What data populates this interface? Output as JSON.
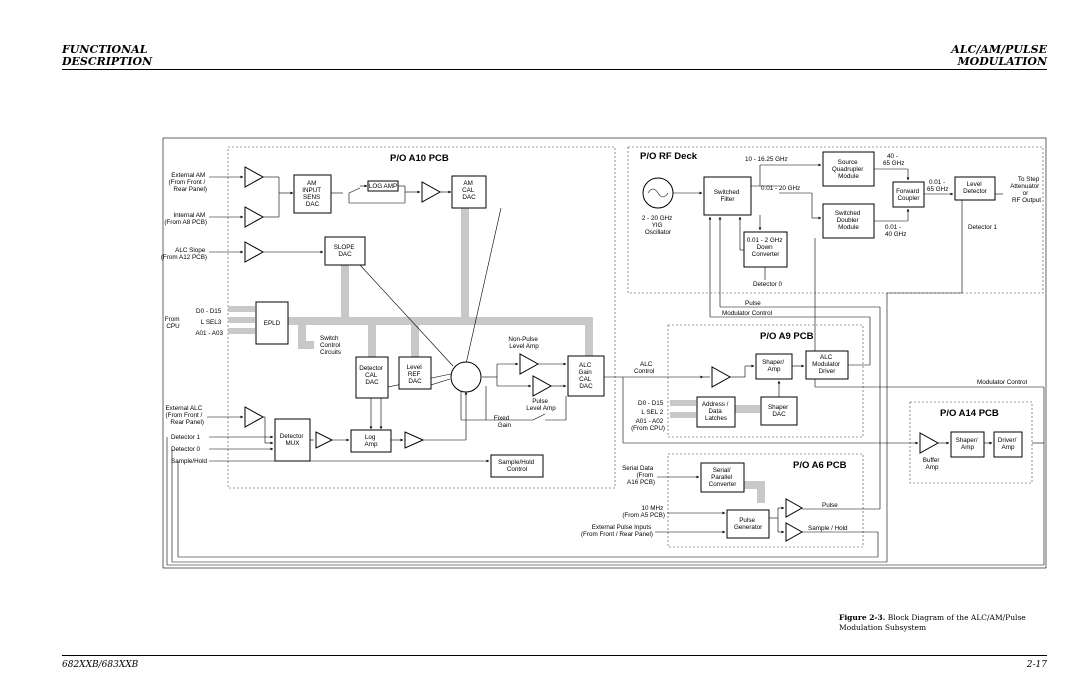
{
  "header": {
    "left_line1": "FUNCTIONAL",
    "left_line2": "DESCRIPTION",
    "right_line1": "ALC/AM/PULSE",
    "right_line2": "MODULATION"
  },
  "footer": {
    "left": "682XXB/683XXB",
    "right": "2-17"
  },
  "caption": {
    "label": "Figure 2-3.",
    "text": "Block Diagram of the ALC/AM/Pulse Modulation Subsystem"
  },
  "diagram": {
    "a10": {
      "title": "P/O A10 PCB",
      "am_input_dac": [
        "AM",
        "INPUT",
        "SENS",
        "DAC"
      ],
      "log_amp": "LOG AMP",
      "am_cal_dac": [
        "AM",
        "CAL",
        "DAC"
      ],
      "slope_dac": [
        "SLOPE",
        "DAC"
      ],
      "epld": "EPLD",
      "switch_control": [
        "Switch",
        "Control",
        "Circuits"
      ],
      "detector_cal_dac": [
        "Detector",
        "CAL",
        "DAC"
      ],
      "level_ref_dac": [
        "Level",
        "REF",
        "DAC"
      ],
      "non_pulse_amp": [
        "Non-Pulse",
        "Level Amp"
      ],
      "pulse_amp": [
        "Pulse",
        "Level Amp"
      ],
      "alc_gain_cal_dac": [
        "ALC",
        "Gain",
        "CAL",
        "DAC"
      ],
      "fixed_gain": [
        "Fixed",
        "Gain"
      ],
      "detector_mux": [
        "Detector",
        "MUX"
      ],
      "log_amp2": [
        "Log",
        "Amp"
      ],
      "sample_hold_control": [
        "Sample/Hold",
        "Control"
      ]
    },
    "inputs": {
      "external_am": [
        "External AM",
        "(From Front /",
        "Rear Panel)"
      ],
      "internal_am": [
        "Internal AM",
        "(From A8 PCB)"
      ],
      "alc_slope": [
        "ALC Slope",
        "(From A12 PCB)"
      ],
      "from_cpu": [
        "From",
        "CPU"
      ],
      "cpu_lines": [
        "D0 - D15",
        "L SEL3",
        "A01 - A03"
      ],
      "external_alc": [
        "External ALC",
        "(From Front /",
        "Rear Panel)"
      ],
      "detector1": "Detector 1",
      "detector0": "Detector 0",
      "sample_hold": "Sample/Hold"
    },
    "rf": {
      "title": "P/O RF Deck",
      "yig_label": [
        "2 - 20 GHz",
        "YIG",
        "Oscillator"
      ],
      "switched_filter": [
        "Switched",
        "Filter"
      ],
      "band_high": "10 - 16.25 GHz",
      "band_mid": "0.01 - 20 GHz",
      "source_quadrupler": [
        "Source",
        "Quadrupler",
        "Module"
      ],
      "quad_range": [
        "40 -",
        "65 GHz"
      ],
      "switched_doubler": [
        "Switched",
        "Doubler",
        "Module"
      ],
      "doubler_range": [
        "0.01 -",
        "40 GHz"
      ],
      "forward_coupler": [
        "Forward",
        "Coupler"
      ],
      "coupler_range": [
        "0.01 -",
        "65 GHz"
      ],
      "level_detector": [
        "Level",
        "Detector"
      ],
      "to_step": [
        "To Step",
        "Attenuator",
        "or",
        "RF Output"
      ],
      "detector1": "Detector 1",
      "down_converter": [
        "0.01 - 2 GHz",
        "Down",
        "Converter"
      ],
      "detector0": "Detector 0"
    },
    "pulse_mod_control": [
      "Pulse",
      "Modulator Control"
    ],
    "a9": {
      "title": "P/O A9 PCB",
      "alc_control": [
        "ALC",
        "Control"
      ],
      "shaper_amp": [
        "Shaper/",
        "Amp"
      ],
      "alc_mod_driver": [
        "ALC",
        "Modulator",
        "Driver"
      ],
      "cpu_lines": [
        "D0 - D15",
        "L SEL 2",
        "A01 - A02",
        "(From CPU)"
      ],
      "address_latches": [
        "Address /",
        "Data",
        "Latches"
      ],
      "shaper_dac": [
        "Shaper",
        "DAC"
      ]
    },
    "modulator_control": "Modulator Control",
    "a14": {
      "title": "P/O A14 PCB",
      "buffer_amp": [
        "Buffer",
        "Amp"
      ],
      "shaper_amp": [
        "Shaper/",
        "Amp"
      ],
      "driver_amp": [
        "Driver/",
        "Amp"
      ]
    },
    "a6": {
      "title": "P/O A6 PCB",
      "serial_data": [
        "Serial Data",
        "(From",
        "A16 PCB)"
      ],
      "serial_parallel": [
        "Serial/",
        "Parallel",
        "Converter"
      ],
      "ten_mhz": [
        "10 MHz",
        "(From A5 PCB)"
      ],
      "ext_pulse": [
        "External Pulse Inputs",
        "(From Front / Rear Panel)"
      ],
      "pulse_gen": [
        "Pulse",
        "Generator"
      ],
      "pulse_out": "Pulse",
      "sample_hold_out": "Sample / Hold"
    }
  }
}
